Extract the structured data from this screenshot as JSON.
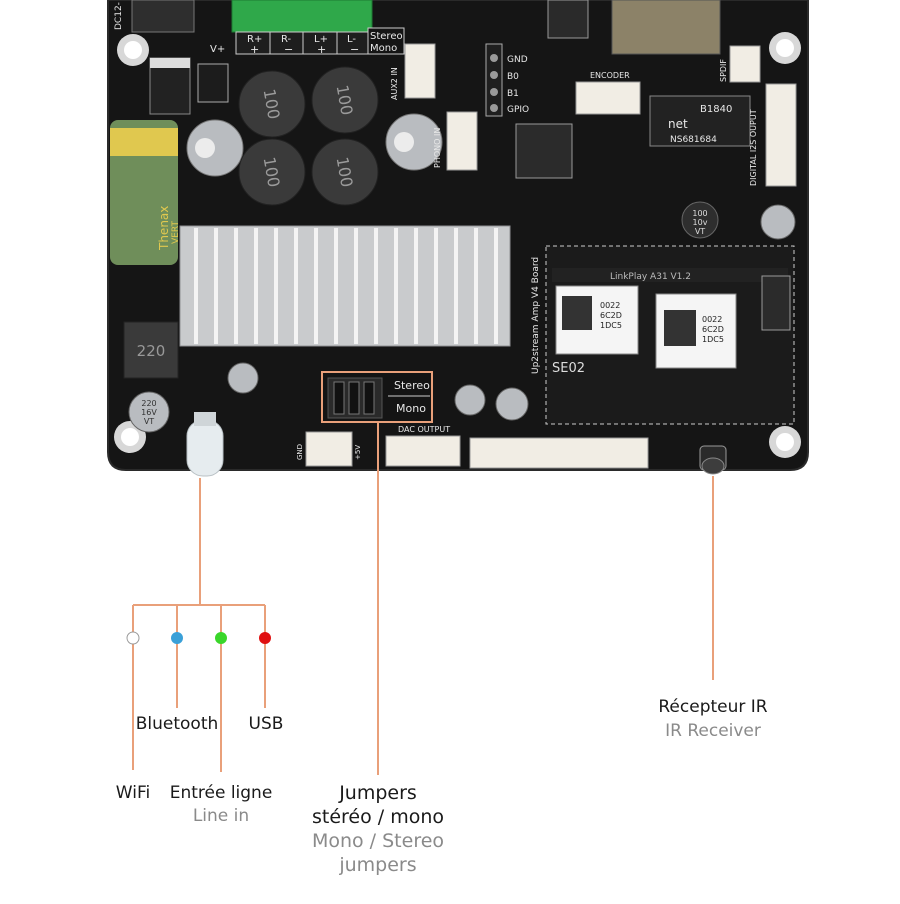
{
  "board": {
    "name_silkscreen": "Up2stream Amp V4 Board",
    "dc_label": "DC12-",
    "terminal_labels": [
      "R+",
      "R-",
      "L+",
      "L-"
    ],
    "terminal_signs": [
      "+",
      "−",
      "+",
      "−"
    ],
    "stereo_top_label": "Stereo",
    "mono_top_label": "Mono",
    "vplus_label": "V+",
    "aux_label": "AUX2 IN",
    "phono_label": "PHONO IN",
    "gpio_labels": [
      "GND",
      "B0",
      "B1",
      "GPIO"
    ],
    "encoder_label": "ENCODER",
    "spdif_label": "SPDIF",
    "i2s_label": "DIGITAL I2S OUPUT",
    "chip_text": [
      "B1840",
      "net",
      "NS681684"
    ],
    "cap_small_text": [
      "100",
      "10v",
      "VT"
    ],
    "inductor_text": [
      "100",
      "100",
      "100",
      "100"
    ],
    "inductor_small_text": "220",
    "cap_left_text": [
      "220",
      "16V",
      "VT"
    ],
    "dac_output_label": "DAC OUTPUT",
    "gnd_label": "GND",
    "plus5v_label": "+5V",
    "module_code": [
      "0022",
      "6C2D",
      "1DC5"
    ],
    "module_id": "SE02",
    "module_name": "LinkPlay A31 V1.2",
    "cap_brand": "Thenax",
    "cap_vert": "VERT",
    "jumper_stereo": "Stereo",
    "jumper_mono": "Mono"
  },
  "led_colors": {
    "wifi": "#ffffff",
    "bluetooth": "#3aa0d8",
    "line_in": "#3ad62a",
    "usb": "#e01010"
  },
  "accent_color": "#e9a07a",
  "labels": {
    "bluetooth": "Bluetooth",
    "usb": "USB",
    "wifi": "WiFi",
    "line_in_fr": "Entrée ligne",
    "line_in_en": "Line in",
    "jumpers_fr_1": "Jumpers",
    "jumpers_fr_2": "stéréo / mono",
    "jumpers_en_1": "Mono / Stereo",
    "jumpers_en_2": "jumpers",
    "ir_fr": "Récepteur IR",
    "ir_en": "IR Receiver"
  }
}
